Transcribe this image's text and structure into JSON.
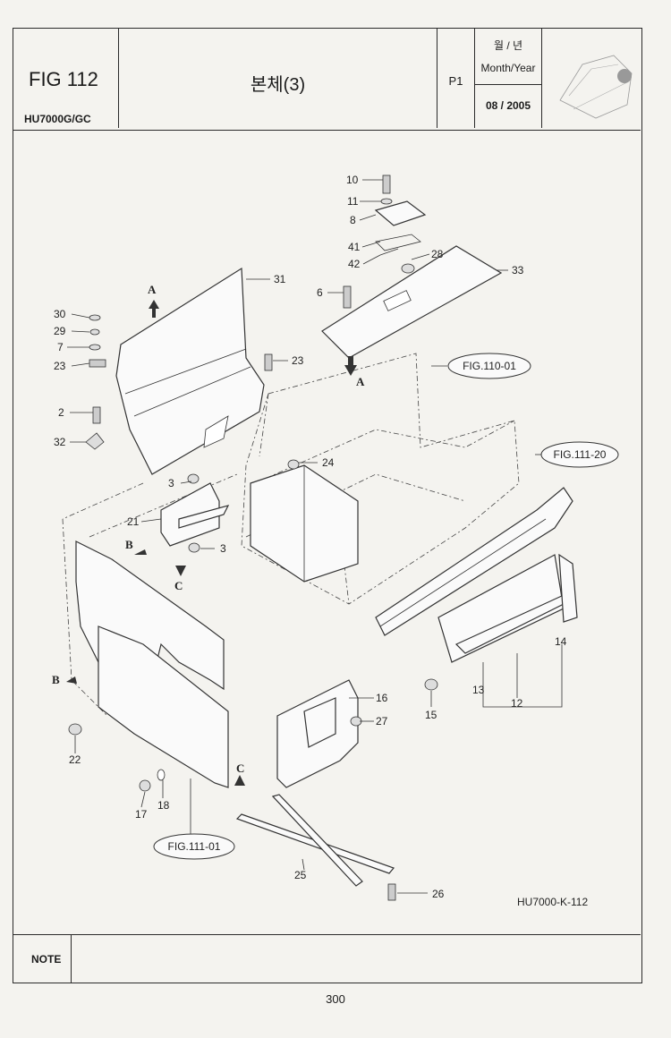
{
  "header": {
    "figure": "FIG 112",
    "model": "HU7000G/GC",
    "title": "본체(3)",
    "page_code": "P1",
    "month_year_kr": "월 / 년",
    "month_year_en": "Month/Year",
    "date": "08 / 2005"
  },
  "diagram": {
    "callouts": [
      "10",
      "11",
      "8",
      "41",
      "42",
      "28",
      "33",
      "6",
      "31",
      "30",
      "29",
      "7",
      "23",
      "23",
      "2",
      "32",
      "24",
      "3",
      "21",
      "3",
      "13",
      "14",
      "12",
      "15",
      "16",
      "27",
      "22",
      "17",
      "18",
      "25",
      "26"
    ],
    "refs": [
      "FIG.110-01",
      "FIG.111-20",
      "FIG.111-01"
    ],
    "view_letters": [
      "A",
      "A",
      "B",
      "B",
      "C",
      "C"
    ],
    "drawing_code": "HU7000-K-112"
  },
  "footer": {
    "note_label": "NOTE",
    "page_number": "300"
  }
}
